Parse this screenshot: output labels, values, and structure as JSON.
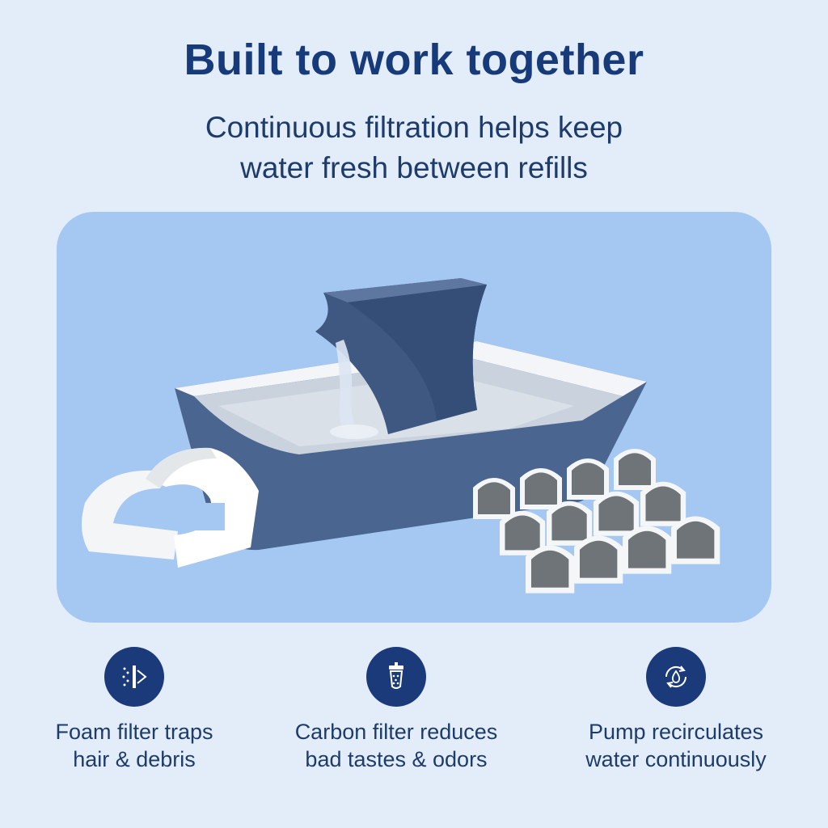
{
  "headline": "Built to work together",
  "subheadline": {
    "line1": "Continuous filtration helps keep",
    "line2": "water fresh between refills"
  },
  "colors": {
    "background": "#e3edf9",
    "panel": "#a5c8f3",
    "brand_navy": "#1b3a79",
    "fountain_blue": "#4a6590"
  },
  "features": [
    {
      "icon": "foam-filter-icon",
      "line1": "Foam filter traps",
      "line2": "hair & debris"
    },
    {
      "icon": "carbon-filter-icon",
      "line1": "Carbon filter reduces",
      "line2": "bad tastes & odors"
    },
    {
      "icon": "pump-recirculate-icon",
      "line1": "Pump recirculates",
      "line2": "water continuously"
    }
  ]
}
